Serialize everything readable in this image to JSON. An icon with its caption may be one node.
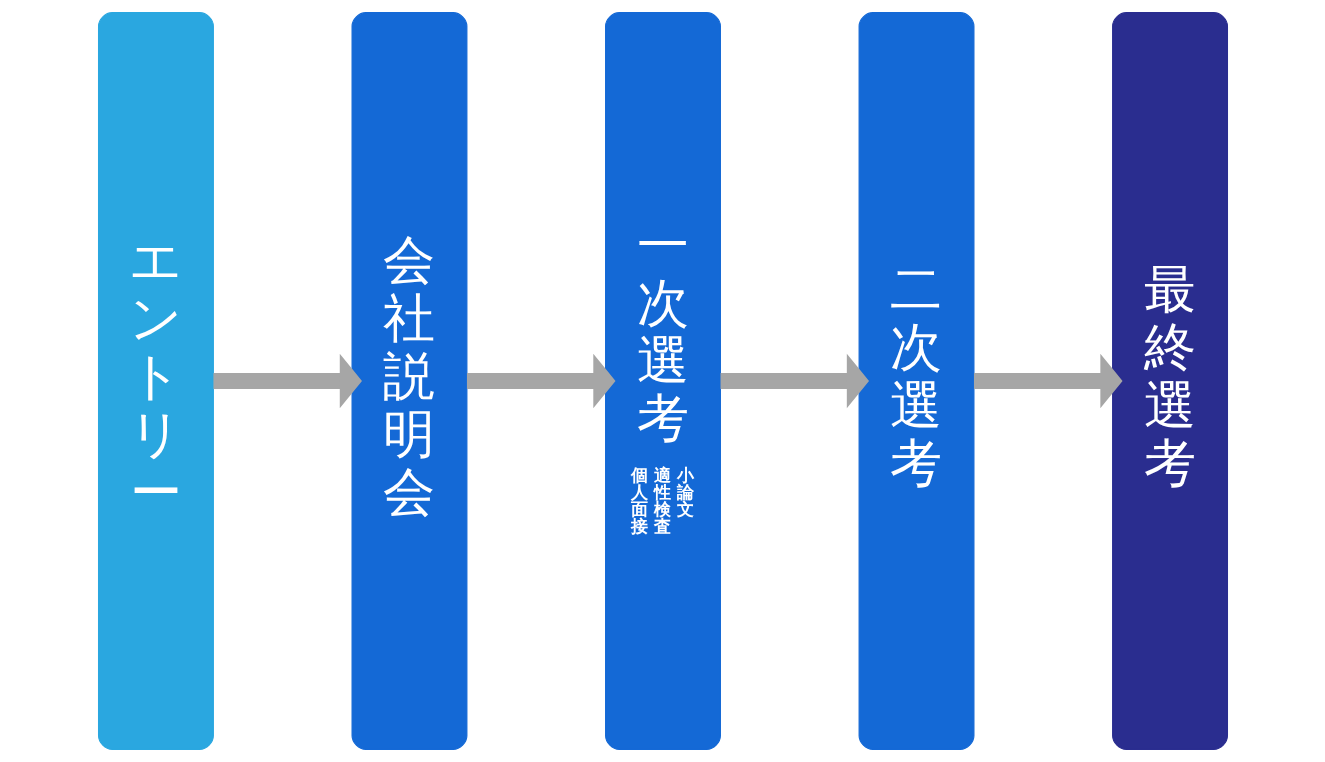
{
  "diagram": {
    "nodes": [
      {
        "text": [
          "エントリー"
        ]
      },
      {
        "text": [
          "会社説明会"
        ]
      },
      {
        "text": [
          "一次選考",
          "小論文",
          "適性検査",
          "個人面接"
        ]
      },
      {
        "text": [
          "二次選考"
        ]
      },
      {
        "text": [
          "最終選考"
        ]
      }
    ],
    "edges": [
      {
        "from": 0,
        "to": 1,
        "arrow": "to"
      },
      {
        "from": 1,
        "to": 2,
        "arrow": "to"
      },
      {
        "from": 2,
        "to": 3,
        "arrow": "to"
      },
      {
        "from": 3,
        "to": 4,
        "arrow": "to"
      }
    ]
  }
}
